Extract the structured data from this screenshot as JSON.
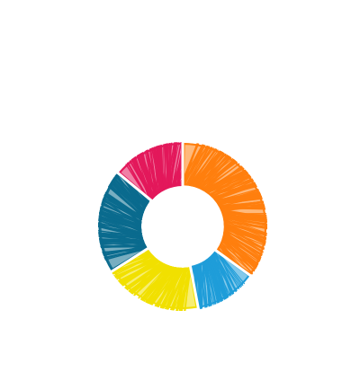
{
  "chart_data": {
    "type": "pie",
    "style": "donut, sketchy hand-drawn hatch fill",
    "title": "",
    "legend": "none",
    "data_labels": "none",
    "slices": [
      {
        "value": 35,
        "color": "#FF7F0E"
      },
      {
        "value": 12,
        "color": "#1F9DD9"
      },
      {
        "value": 19,
        "color": "#F1E000"
      },
      {
        "value": 20,
        "color": "#0A6B8E"
      },
      {
        "value": 14,
        "color": "#E3185B"
      }
    ]
  }
}
